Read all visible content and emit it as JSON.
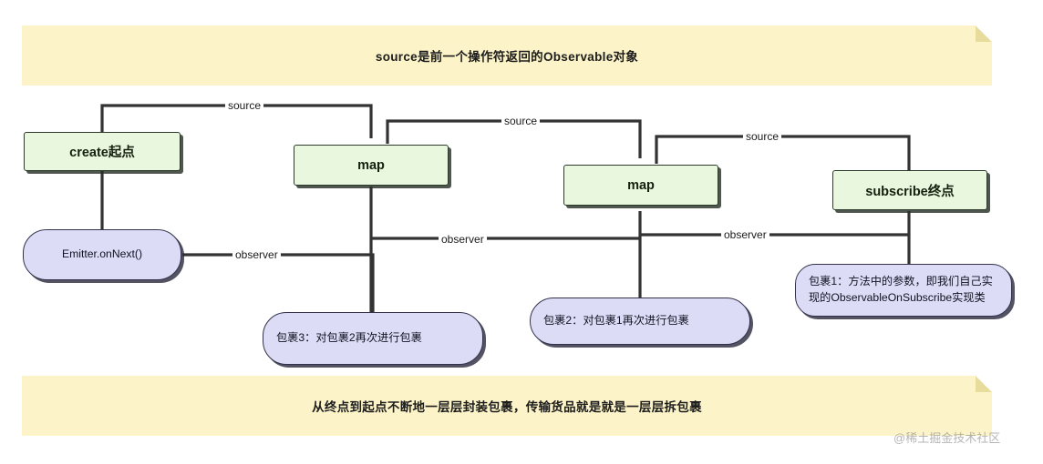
{
  "banners": {
    "top": {
      "text": "source是前一个操作符返回的Observable对象"
    },
    "bottom": {
      "text": "从终点到起点不断地一层层封装包裹，传输货品就是就是一层层拆包裹"
    }
  },
  "nodes": {
    "create": {
      "label": "create起点"
    },
    "map1": {
      "label": "map"
    },
    "map2": {
      "label": "map"
    },
    "subscribe": {
      "label": "subscribe终点"
    },
    "emitter": {
      "label": "Emitter.onNext()"
    },
    "parcel3": {
      "label": "包裹3：对包裹2再次进行包裹"
    },
    "parcel2": {
      "label": "包裹2：对包裹1再次进行包裹"
    },
    "parcel1_line1": {
      "label": "包裹1：方法中的参数，即我们自己实"
    },
    "parcel1_line2": {
      "label": "现的ObservableOnSubscribe实现类"
    }
  },
  "edge_labels": {
    "source1": "source",
    "source2": "source",
    "source3": "source",
    "observer1": "observer",
    "observer2": "observer",
    "observer3": "observer"
  },
  "watermark": {
    "text": "@稀土掘金技术社区"
  },
  "colors": {
    "banner_bg": "#fcf4c8",
    "node_green_bg": "#e9f7df",
    "node_purple_bg": "#dcdcf7",
    "edge_stroke": "#333333",
    "background": "#ffffff"
  }
}
